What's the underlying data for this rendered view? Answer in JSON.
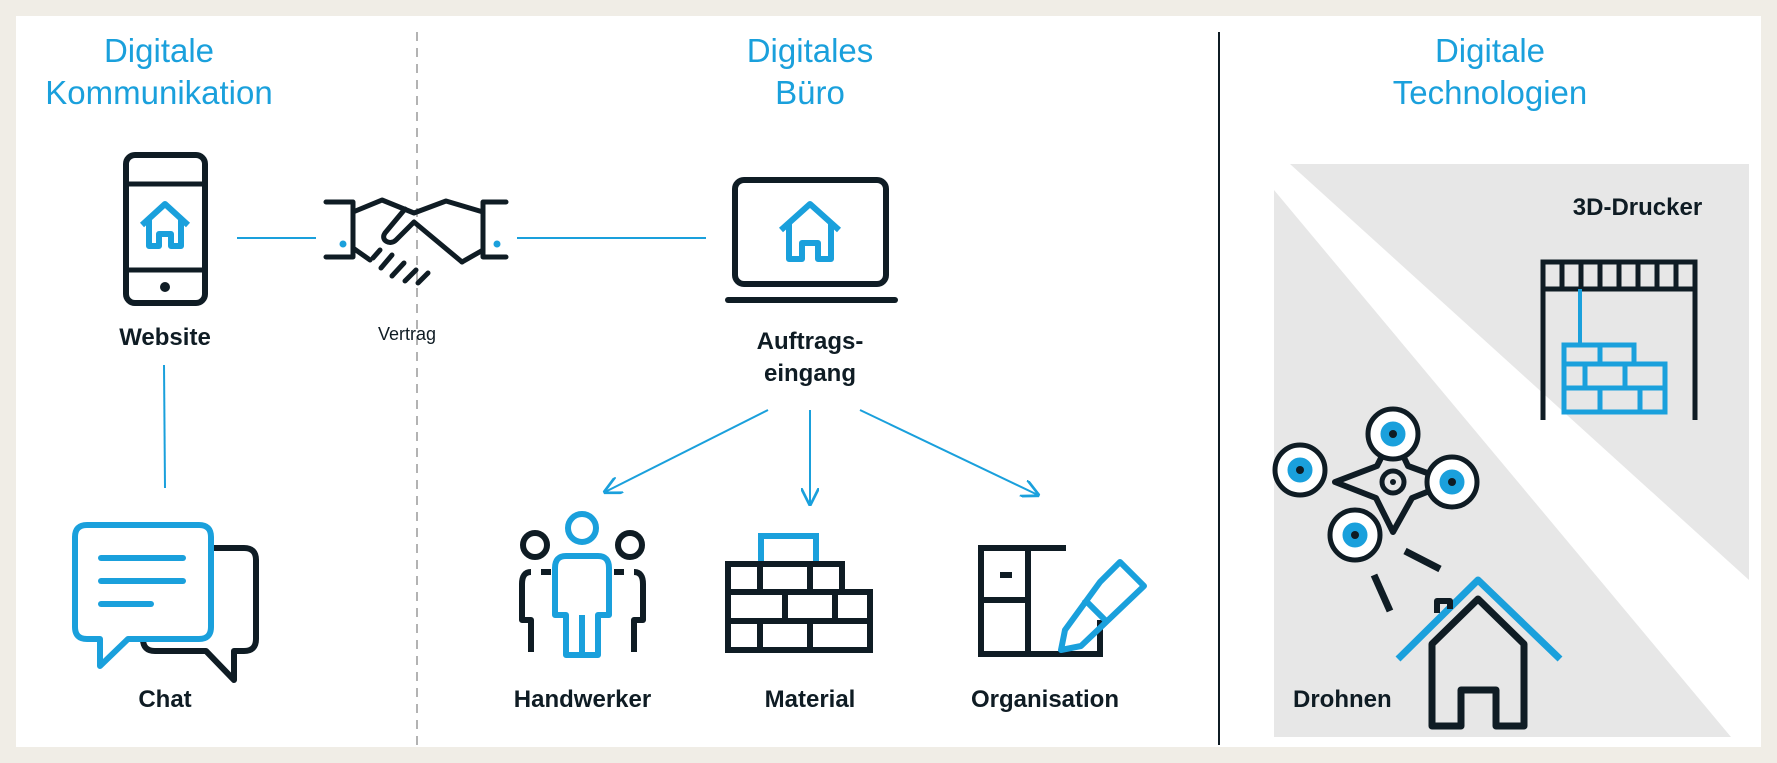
{
  "sections": [
    {
      "line1": "Digitale",
      "line2": "Kommunikation"
    },
    {
      "line1": "Digitales",
      "line2": "Büro"
    },
    {
      "line1": "Digitale",
      "line2": "Technologien"
    }
  ],
  "nodes": {
    "website": "Website",
    "chat": "Chat",
    "vertrag": "Vertrag",
    "auftrag_line1": "Auftrags-",
    "auftrag_line2": "eingang",
    "handwerker": "Handwerker",
    "material": "Material",
    "organisation": "Organisation",
    "drucker": "3D-Drucker",
    "drohnen": "Drohnen"
  },
  "icons": [
    "smartphone-home-icon",
    "handshake-icon",
    "laptop-home-icon",
    "chat-bubbles-icon",
    "workers-icon",
    "brick-wall-icon",
    "floorplan-pencil-icon",
    "3d-printer-icon",
    "drone-icon",
    "house-icon"
  ],
  "colors": {
    "accent": "#1aa0dc",
    "dark": "#0f1c24",
    "panel_gray": "#e7e7e7",
    "background": "#f0ede6"
  }
}
